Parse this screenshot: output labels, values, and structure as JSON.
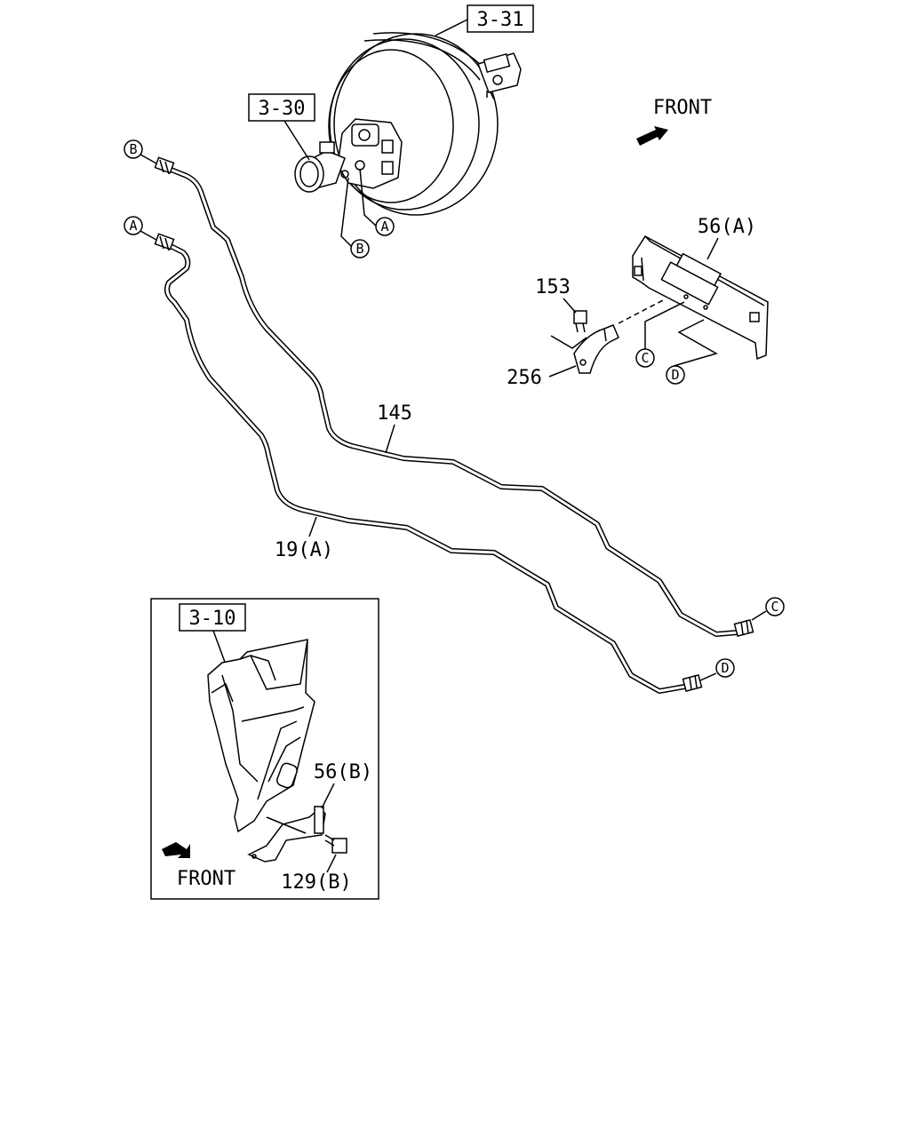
{
  "refs": {
    "booster": "3-31",
    "master_cylinder": "3-30",
    "inset_ref": "3-10"
  },
  "part_numbers": {
    "pipe_upper": "145",
    "pipe_lower": "19(A)",
    "bracket_a": "56(A)",
    "bolt_153": "153",
    "clip_256": "256",
    "bracket_b": "56(B)",
    "bolt_129b": "129(B)"
  },
  "connectors": {
    "a": "A",
    "b": "B",
    "c": "C",
    "d": "D"
  },
  "direction": {
    "front_top": "FRONT",
    "front_inset": "FRONT"
  },
  "colors": {
    "line": "#000000",
    "background": "#ffffff"
  }
}
